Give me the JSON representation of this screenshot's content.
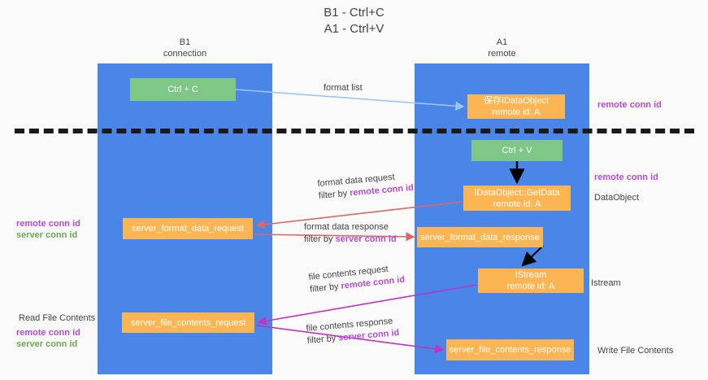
{
  "title": {
    "line1": "B1 - Ctrl+C",
    "line2": "A1 - Ctrl+V"
  },
  "lanes": [
    {
      "id": "b1",
      "name": "B1",
      "role": "connection"
    },
    {
      "id": "a1",
      "name": "A1",
      "role": "remote"
    }
  ],
  "nodes": {
    "ctrl_c": {
      "label": "Ctrl + C",
      "color": "#7fc787"
    },
    "idataobject": {
      "line1": "保存IDataObject",
      "line2": "remote id: A",
      "color": "#fbb552"
    },
    "ctrl_v": {
      "label": "Ctrl + V",
      "color": "#7fc787"
    },
    "getdata": {
      "line1": "IDataObject::GetData",
      "line2": "remote id: A",
      "color": "#fbb552"
    },
    "server_format_data_request": {
      "label": "server_format_data_request",
      "color": "#fbb552"
    },
    "server_format_data_response": {
      "label": "server_format_data_response",
      "color": "#fbb552"
    },
    "istream": {
      "line1": "IStream",
      "line2": "remote id: A",
      "color": "#fbb552"
    },
    "server_file_contents_request": {
      "label": "server_file_contents_request",
      "color": "#fbb552"
    },
    "server_file_contents_response": {
      "label": "server_file_contents_response",
      "color": "#fbb552"
    }
  },
  "edge_labels": {
    "format_list": {
      "text": "format list"
    },
    "format_data_request": {
      "line1": "format data request",
      "prefix": "filter by ",
      "highlight": "remote conn id"
    },
    "format_data_response": {
      "line1": "format data response",
      "prefix": "filter by ",
      "highlight": "server conn id"
    },
    "file_contents_request": {
      "line1": "file contents request",
      "prefix": "filter by ",
      "highlight": "remote conn id"
    },
    "file_contents_response": {
      "line1": "file contents response",
      "prefix": "filter by ",
      "highlight": "server conn id"
    }
  },
  "annotations": {
    "remote_conn_id_top": "remote conn id",
    "remote_conn_id_mid": "remote conn id",
    "dataobject": "DataObject",
    "istream": "Istream",
    "write_file_contents": "Write File Contents",
    "read_file_contents": "Read File Contents",
    "legend_remote": "remote conn id",
    "legend_server": "server conn id"
  },
  "colors": {
    "lane": "#4a86e8",
    "green_node": "#7fc787",
    "orange_node": "#fbb552",
    "purple": "#b54bd6",
    "green_text": "#6aa84f",
    "arrow_blue": "#9fc5f8",
    "arrow_red": "#e06666",
    "arrow_magenta": "#c232c2",
    "arrow_black": "#000000",
    "divider": "#1a1a1a"
  }
}
